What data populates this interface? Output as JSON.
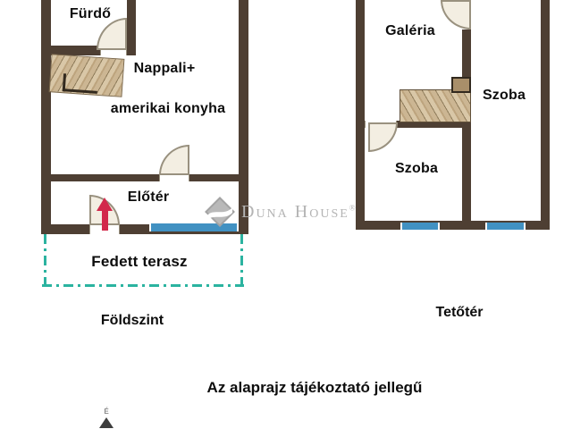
{
  "colors": {
    "wall": "#4e3f33",
    "win": "#4191c2",
    "terrace": "#2bb3a0",
    "doorfill": "#f3eee2",
    "doorstroke": "#99917f",
    "stairline": "#32291e",
    "arrow": "#d2294b",
    "wm": "#b4b4b4",
    "ink": "#0d0d0d"
  },
  "ground_floor": {
    "title": "Földszint",
    "bathroom_label": "Fürdő",
    "living_label_line1": "Nappali+",
    "living_label_line2": "amerikai konyha",
    "hall_label": "Előtér",
    "terrace_label": "Fedett terasz"
  },
  "attic": {
    "title": "Tetőtér",
    "gallery_label": "Galéria",
    "room_right_label": "Szoba",
    "room_lower_label": "Szoba"
  },
  "watermark": {
    "brand": "Duna House",
    "registered_mark": "®"
  },
  "note": {
    "text": "Az alaprajz tájékoztató jellegű"
  },
  "compass": {
    "north_label": "É"
  }
}
